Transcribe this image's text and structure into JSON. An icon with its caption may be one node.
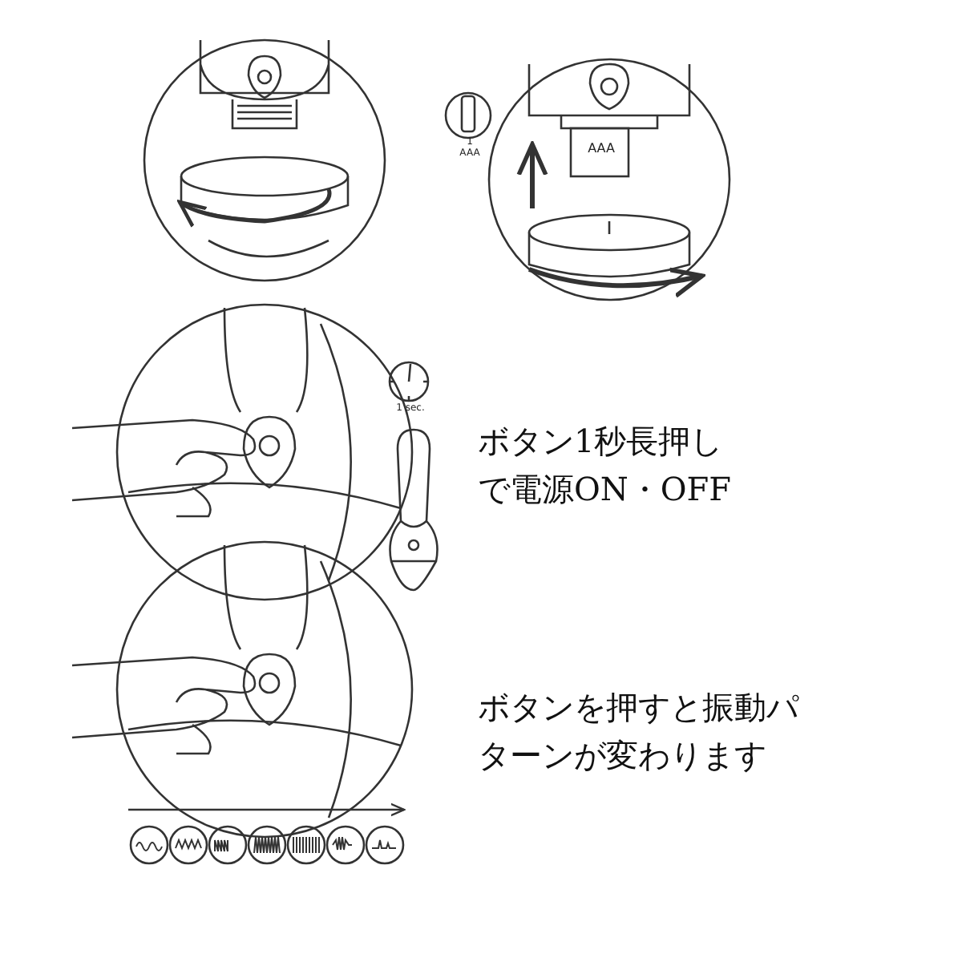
{
  "diagram": {
    "labels": [
      "1 AAA",
      "AAA",
      "1 sec.",
      "ボタン1秒長押しで電源ON・OFF",
      "ボタンを押すと振動パターンが変わります"
    ]
  }
}
